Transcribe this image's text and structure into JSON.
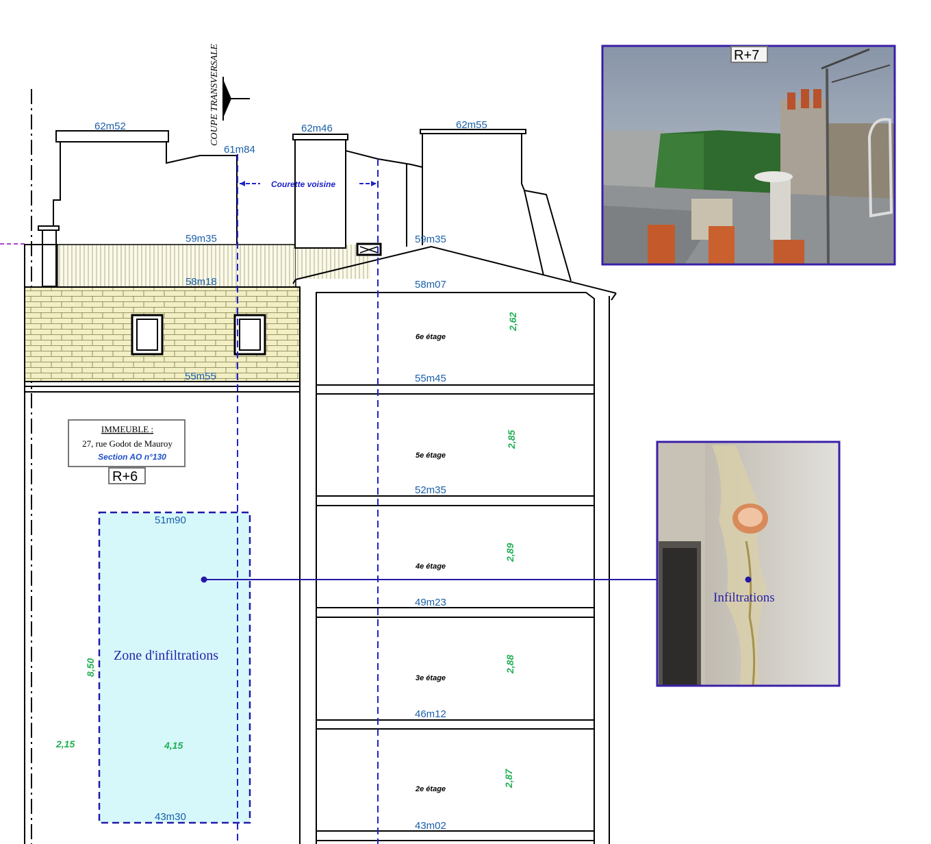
{
  "elevations": {
    "chimney_left_top": "62m52",
    "chimney_mid_top": "62m46",
    "chimney_right_top": "62m55",
    "ridge": "61m84",
    "eave_left": "59m35",
    "eave_right": "59m35",
    "roof_base_left": "58m18",
    "roof_base_right": "58m07",
    "floor_left": "55m55",
    "floor_6": "55m45",
    "floor_5": "52m35",
    "floor_4": "49m23",
    "floor_3": "46m12",
    "floor_2": "43m02",
    "zone_top": "51m90",
    "zone_bottom": "43m30"
  },
  "floor_labels": [
    "6e étage",
    "5e étage",
    "4e étage",
    "3e étage",
    "2e étage"
  ],
  "floor_heights": [
    "2,62",
    "2,85",
    "2,89",
    "2,88",
    "2,87"
  ],
  "section_label": "COUPE TRANSVERSALE",
  "courette_label": "Courette voisine",
  "building_box": {
    "title": "IMMEUBLE :",
    "address": "27, rue Godot de Mauroy",
    "section": "Section AO n°130"
  },
  "level_r6": "R+6",
  "level_r7": "R+7",
  "zone": {
    "label": "Zone d'infiltrations",
    "height_dim": "8,50",
    "width_dim": "4,15",
    "offset_dim": "2,15"
  },
  "infiltrations_label": "Infiltrations",
  "colors": {
    "section_line": "#1e22c8",
    "zone_fill": "#d6f8fb",
    "elevation_text": "#1a5fa8",
    "dimension_text": "#1fae52",
    "photo_frame": "#3a1fa8"
  }
}
